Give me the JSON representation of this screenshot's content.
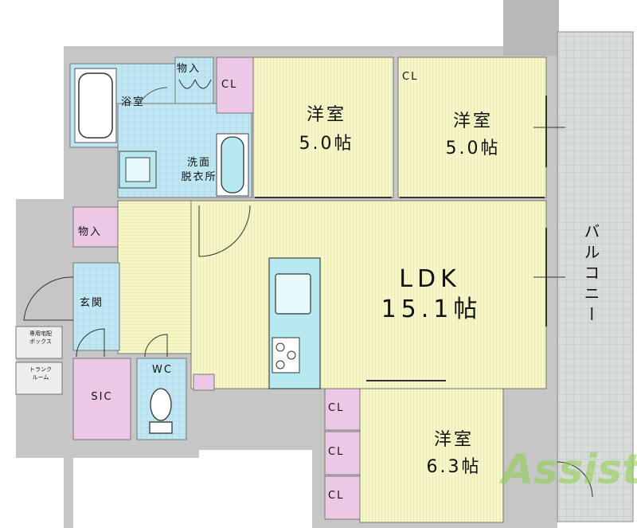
{
  "rooms": {
    "bath": "浴室",
    "storage_top": "物入",
    "washroom_line1": "洗面",
    "washroom_line2": "脱衣所",
    "bedroom_a_name": "洋室",
    "bedroom_a_size": "5.0帖",
    "bedroom_b_name": "洋室",
    "bedroom_b_size": "5.0帖",
    "closet": "CL",
    "storage_hall": "物入",
    "ldk_name": "LDK",
    "ldk_size": "15.1帖",
    "balcony": "バルコニー",
    "entrance": "玄関",
    "wc": "WC",
    "sic": "SIC",
    "bedroom_c_name": "洋室",
    "bedroom_c_size": "6.3帖",
    "delivery_box_line1": "専用宅配",
    "delivery_box_line2": "ボックス",
    "trunk_room_line1": "トランク",
    "trunk_room_line2": "ルーム"
  },
  "watermark": "Assist",
  "colors": {
    "wall": "#aaaaaa",
    "outer_gray": "#c8c8c8",
    "floor_yellow": "#f6f6c6",
    "closet_pink": "#ecc8e6",
    "wet_blue": "#bfe6f2",
    "kitchen_cyan": "#b6eaf0",
    "balcony_green": "#d5ecd0",
    "watermark_green": "#8fcf4a"
  }
}
